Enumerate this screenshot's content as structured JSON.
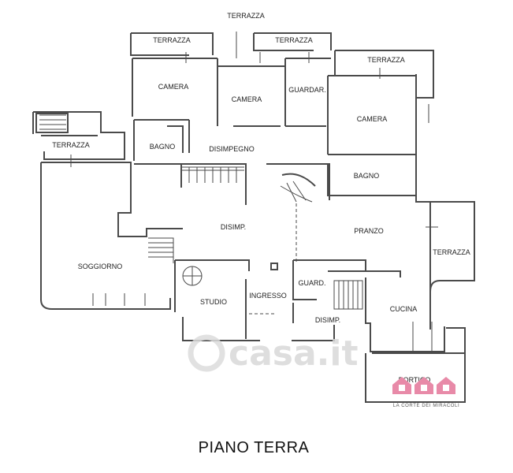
{
  "rooms": [
    {
      "id": "terrazza-top",
      "label": "TERRAZZA"
    },
    {
      "id": "terrazza-left-top",
      "label": "TERRAZZA"
    },
    {
      "id": "terrazza-mid-top",
      "label": "TERRAZZA"
    },
    {
      "id": "terrazza-right-top",
      "label": "TERRAZZA"
    },
    {
      "id": "camera-1",
      "label": "CAMERA"
    },
    {
      "id": "camera-2",
      "label": "CAMERA"
    },
    {
      "id": "guardaroba",
      "label": "GUARDAR."
    },
    {
      "id": "camera-3",
      "label": "CAMERA"
    },
    {
      "id": "terrazza-west",
      "label": "TERRAZZA"
    },
    {
      "id": "bagno-1",
      "label": "BAGNO"
    },
    {
      "id": "disimpegno",
      "label": "DISIMPEGNO"
    },
    {
      "id": "bagno-2",
      "label": "BAGNO"
    },
    {
      "id": "disimp-1",
      "label": "DISIMP."
    },
    {
      "id": "pranzo",
      "label": "PRANZO"
    },
    {
      "id": "terrazza-east",
      "label": "TERRAZZA"
    },
    {
      "id": "soggiorno",
      "label": "SOGGIORNO"
    },
    {
      "id": "guard",
      "label": "GUARD."
    },
    {
      "id": "studio",
      "label": "STUDIO"
    },
    {
      "id": "ingresso",
      "label": "INGRESSO"
    },
    {
      "id": "cucina",
      "label": "CUCINA"
    },
    {
      "id": "disimp-2",
      "label": "DISIMP."
    },
    {
      "id": "portico",
      "label": "PORTICO"
    }
  ],
  "caption": "PIANO TERRA",
  "watermark": "casa.it",
  "logo": {
    "text": "LA CORTE DEI MIRACOLI",
    "color": "#e88aa8"
  }
}
